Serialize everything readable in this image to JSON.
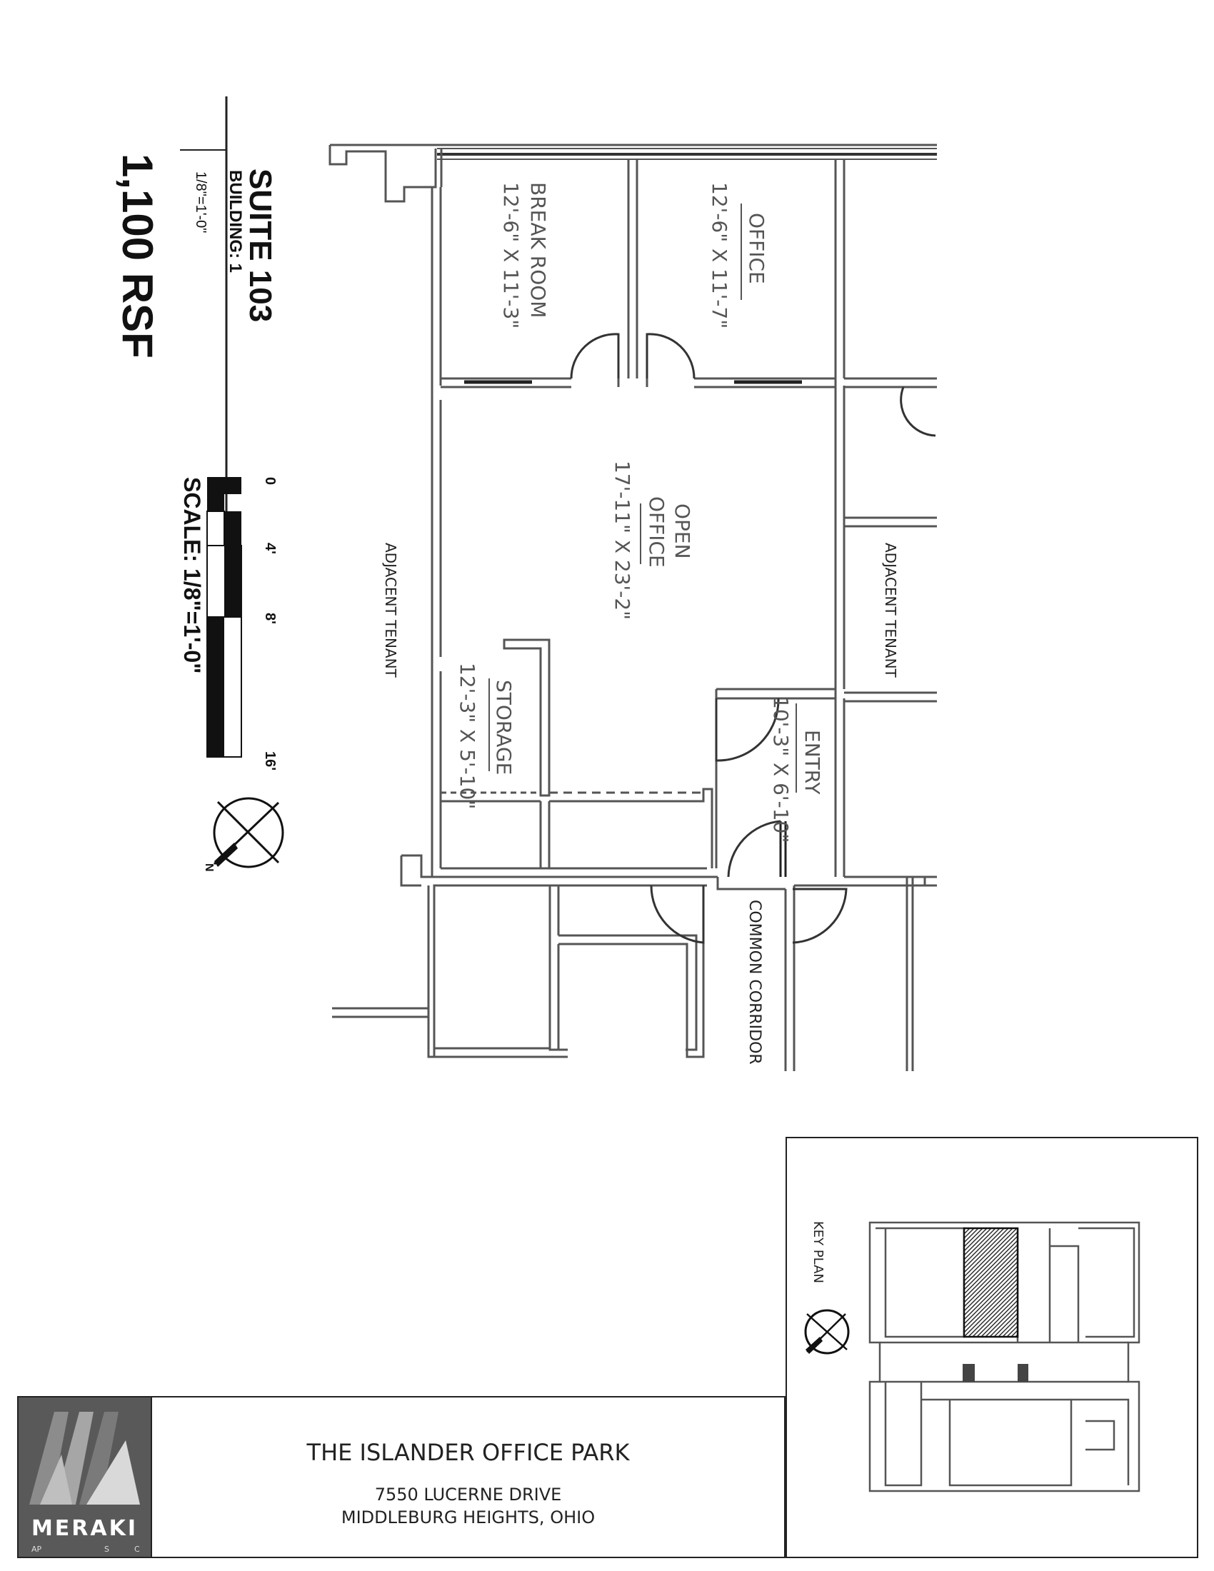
{
  "header": {
    "area": "1,100 RSF",
    "suite": "SUITE 103",
    "building": "BUILDING: 1",
    "small_scale": "1/8\"=1'-0\""
  },
  "scale_bar": {
    "label": "SCALE: 1/8\"=1'-0\"",
    "ticks": [
      "0",
      "4'",
      "8'",
      "16'"
    ]
  },
  "rooms": {
    "break_room": {
      "name": "BREAK ROOM",
      "dims": "12'-6\" X 11'-3\""
    },
    "office": {
      "name": "OFFICE",
      "dims": "12'-6\" X 11'-7\""
    },
    "open_office": {
      "name_line1": "OPEN",
      "name_line2": "OFFICE",
      "dims": "17'-11\" X 23'-2\""
    },
    "storage": {
      "name": "STORAGE",
      "dims": "12'-3\" X 5'-10\""
    },
    "entry": {
      "name": "ENTRY",
      "dims": "10'-3\" X 6'-10\""
    }
  },
  "labels": {
    "adjacent_tenant_left": "ADJACENT TENANT",
    "adjacent_tenant_right": "ADJACENT TENANT",
    "common_corridor": "COMMON CORRIDOR",
    "key_plan": "KEY PLAN"
  },
  "title_block": {
    "property": "THE ISLANDER OFFICE PARK",
    "address_line1": "7550 LUCERNE DRIVE",
    "address_line2": "MIDDLEBURG HEIGHTS, OHIO",
    "logo": "MERAKI",
    "logo_initials": [
      "AP",
      "S",
      "C"
    ]
  },
  "colors": {
    "wall": "#555555",
    "ink": "#111111",
    "logo_bg": "#595959",
    "hatch": "#222222"
  }
}
